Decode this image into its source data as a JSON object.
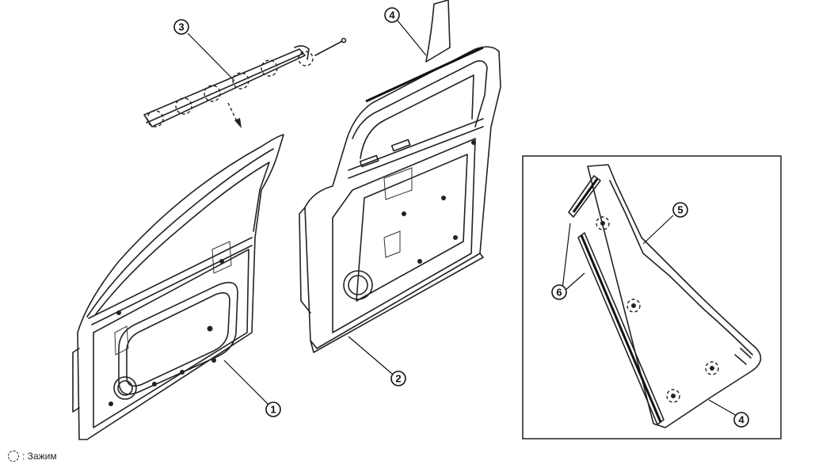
{
  "callouts": {
    "c1": "1",
    "c2": "2",
    "c3": "3",
    "c4_top": "4",
    "c4_inset": "4",
    "c5": "5",
    "c6": "6"
  },
  "legend": {
    "separator_label": ": Зажим"
  }
}
